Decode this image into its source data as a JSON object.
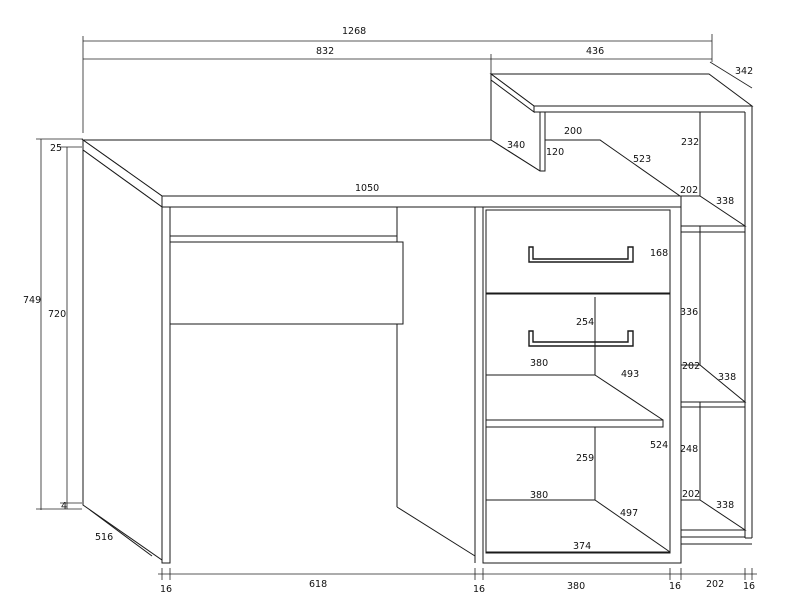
{
  "dimensions": {
    "overall_width": "1268",
    "desk_width": "832",
    "shelf_width": "436",
    "shelf_depth": "342",
    "top_thickness": "25",
    "total_height": "749",
    "leg_height": "720",
    "plinth": "4",
    "desk_depth": "516",
    "top_length": "1050",
    "riser_height": "340",
    "riser_depth": "120",
    "upper_shelf_width": "200",
    "upper_shelf_depth": "523",
    "upper_compartment": "232",
    "shelf1_depth_a": "202",
    "shelf1_depth_b": "338",
    "drawer_height": "168",
    "mid_compartment": "336",
    "drawer2_height": "254",
    "cabinet_inner_width_top": "380",
    "cabinet_inner_depth_top": "493",
    "shelf2_depth_a": "202",
    "shelf2_depth_b": "338",
    "cabinet_height": "524",
    "lower_compartment": "248",
    "lower_cabinet_height": "259",
    "cabinet_inner_width_bottom": "380",
    "cabinet_inner_depth_bottom": "497",
    "shelf3_depth_a": "202",
    "shelf3_depth_b": "338",
    "cabinet_bottom_width": "374",
    "side_thickness_1": "16",
    "knee_space": "618",
    "side_thickness_2": "16",
    "cabinet_width": "380",
    "side_thickness_3": "16",
    "open_shelf_width": "202",
    "side_thickness_4": "16"
  }
}
